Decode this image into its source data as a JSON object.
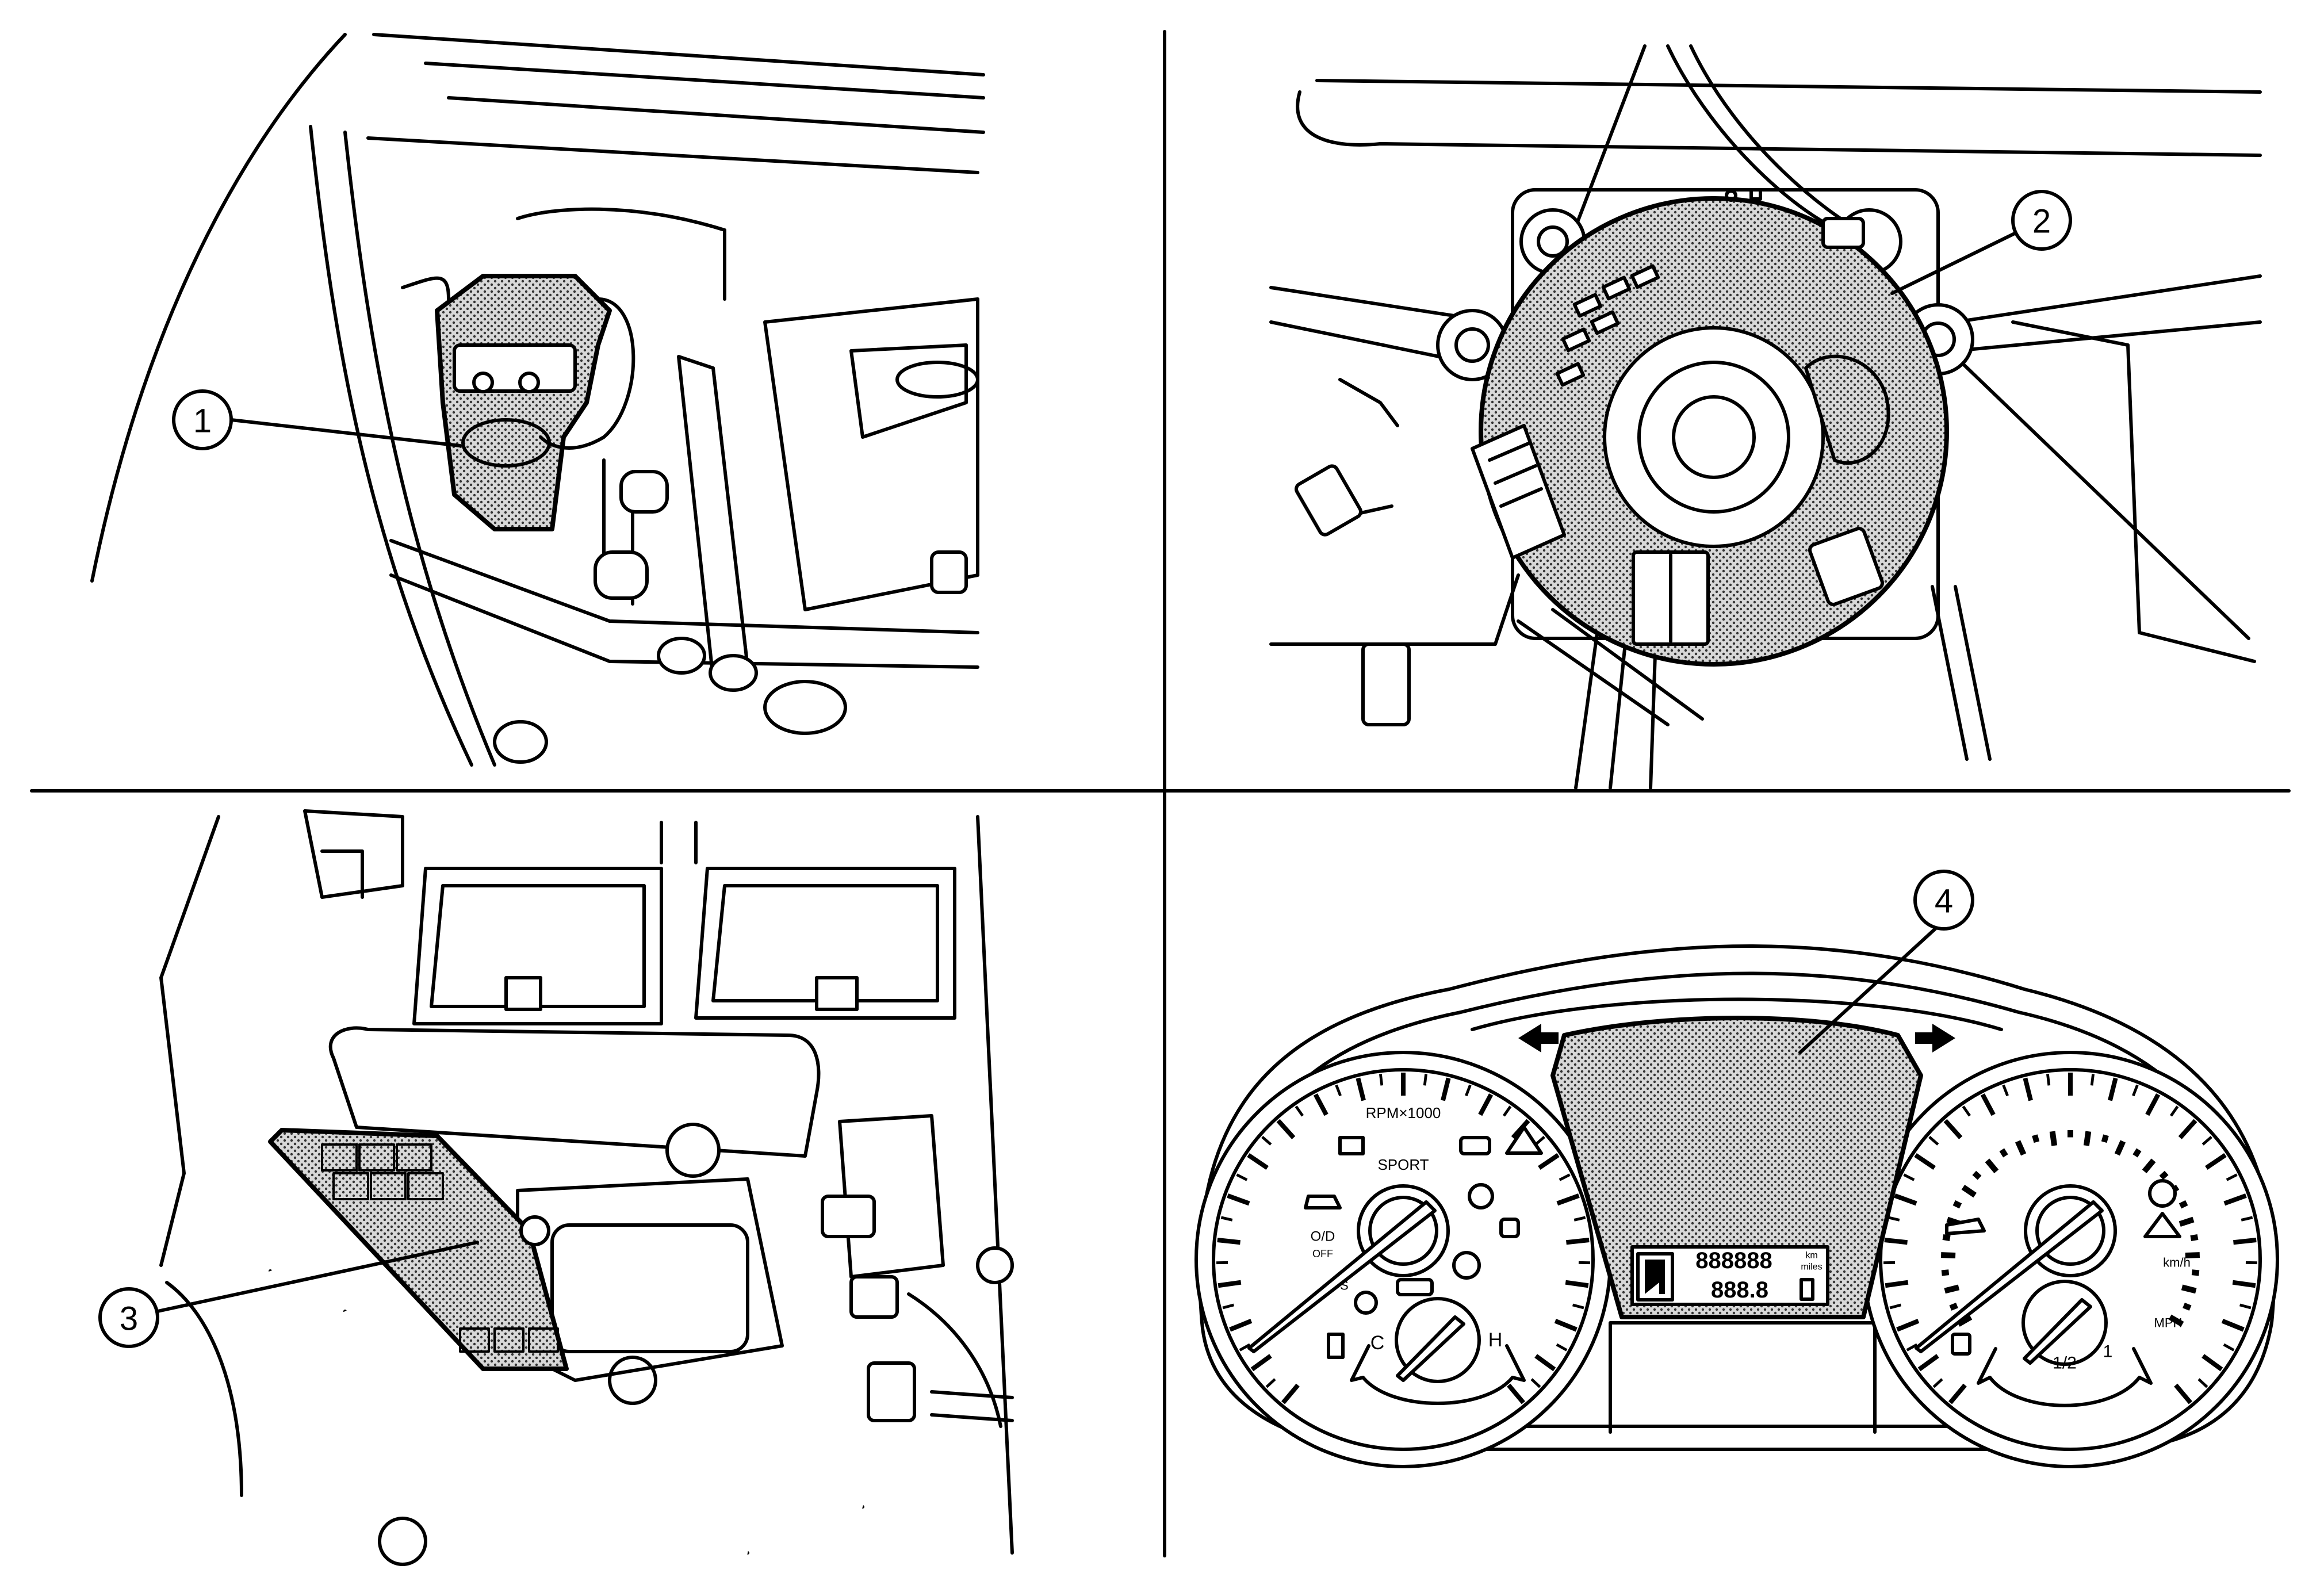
{
  "callouts": [
    {
      "id": "1",
      "text": "1"
    },
    {
      "id": "2",
      "text": "2"
    },
    {
      "id": "3",
      "text": "3"
    },
    {
      "id": "4",
      "text": "4"
    }
  ],
  "cluster": {
    "tach_label": "RPM×1000",
    "sport_label": "SPORT",
    "od_label": "O/D",
    "od_sub": "OFF",
    "ps_label": "PS",
    "temp_cold": "C",
    "temp_hot": "H",
    "km_label": "km",
    "miles_label": "miles",
    "odometer": "888888",
    "tripmeter": "888.8",
    "speed_kmh": "km/h",
    "speed_mph": "MPH",
    "fuel_half": "1/2",
    "fuel_full": "1"
  }
}
